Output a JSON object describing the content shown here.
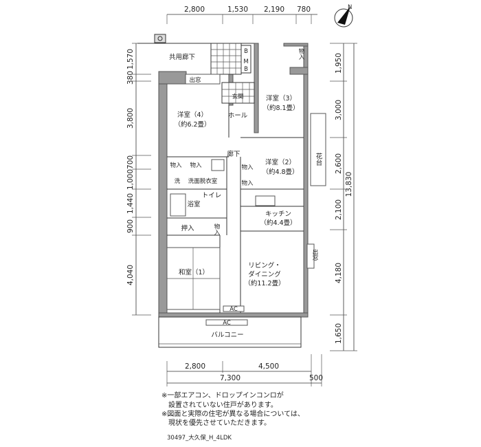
{
  "dimensions": {
    "top": [
      "2,800",
      "1,530",
      "2,190",
      "780"
    ],
    "left": [
      "1,570",
      "380",
      "3,800",
      "700",
      "1,000",
      "1,440",
      "900",
      "4,040"
    ],
    "right": [
      "1,950",
      "3,000",
      "2,600",
      "2,100",
      "4,180",
      "1,650"
    ],
    "right_total": "13,830",
    "bottom_row1": [
      "2,800",
      "4,500"
    ],
    "bottom_row2": [
      "7,300",
      "500"
    ]
  },
  "compass": {
    "label": "N"
  },
  "rooms": {
    "corridor_shared": "共用廊下",
    "bay_window_top": "出窓",
    "b": "B",
    "mb": "MB",
    "entrance": "玄関",
    "hall": "ホール",
    "hallway": "廊下",
    "room3": {
      "name": "洋室（3）",
      "size": "（約8.1畳）"
    },
    "room4": {
      "name": "洋室（4）",
      "size": "（約6.2畳）"
    },
    "room2": {
      "name": "洋室（2）",
      "size": "（約4.8畳）"
    },
    "flower_stand": "花台",
    "storage": "物入",
    "wash": "洗",
    "washroom": "洗面脱衣室",
    "bath": "浴室",
    "toilet": "トイレ",
    "kitchen": {
      "name": "キッチン",
      "size": "（約4.4畳）"
    },
    "closet": "押入",
    "japanese_room": "和室（1）",
    "living": {
      "name1": "リビング・",
      "name2": "ダイニング",
      "size": "（約11.2畳）"
    },
    "bay_window_right": "出窓",
    "ac": "AC",
    "balcony": "バルコニー"
  },
  "notes": [
    "※一部エアコン、ドロップインコンロが",
    "　設置されていない住戸があります。",
    "※図面と実際の住宅が異なる場合については、",
    "　現状を優先させていただきます。"
  ],
  "plan_id": "30497_大久保_H_4LDK"
}
